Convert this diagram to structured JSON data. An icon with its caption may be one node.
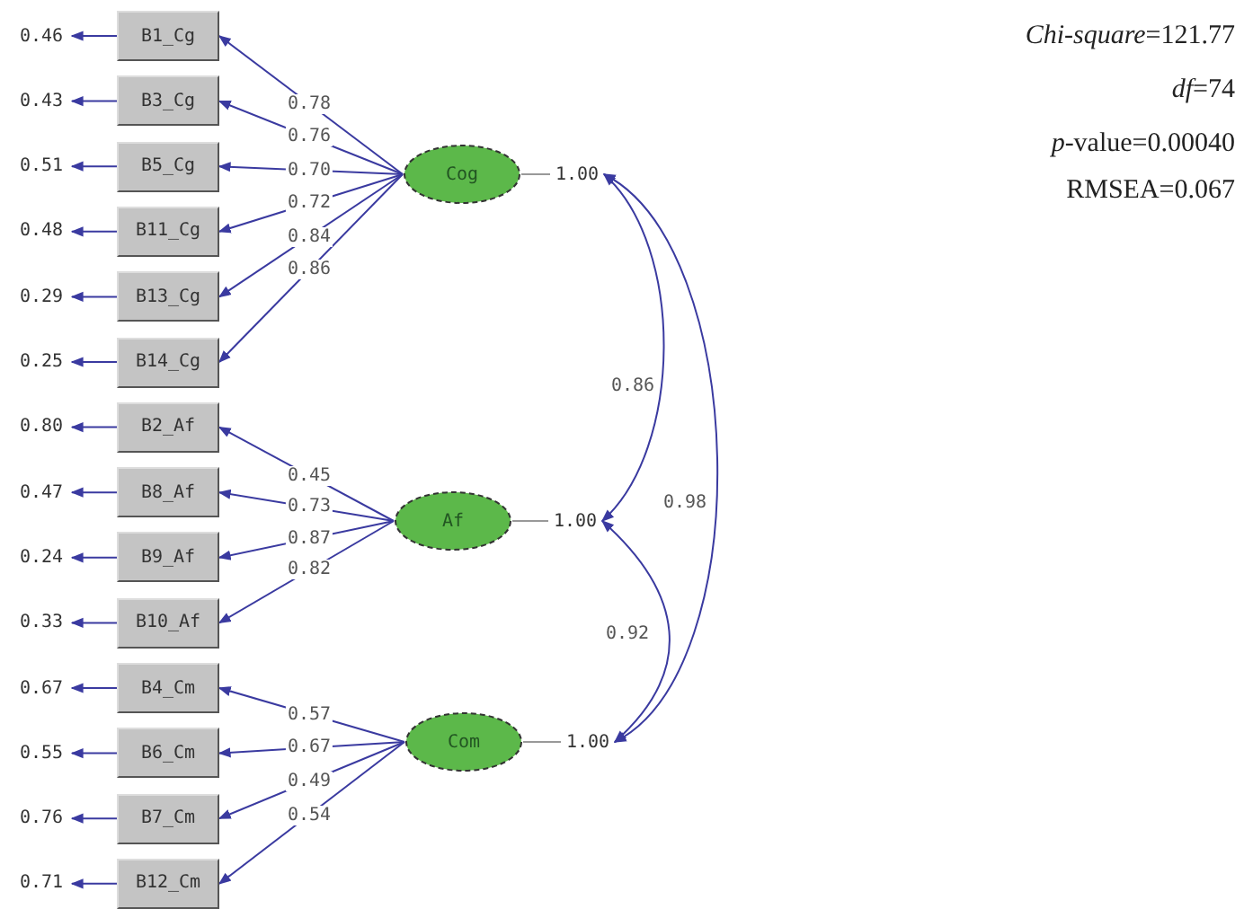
{
  "diagram": {
    "nodes": [
      {
        "text": [
          "B1_Cg"
        ]
      },
      {
        "text": [
          "B3_Cg"
        ]
      },
      {
        "text": [
          "B5_Cg"
        ]
      },
      {
        "text": [
          "B11_Cg"
        ]
      },
      {
        "text": [
          "B13_Cg"
        ]
      },
      {
        "text": [
          "B14_Cg"
        ]
      },
      {
        "text": [
          "B2_Af"
        ]
      },
      {
        "text": [
          "B8_Af"
        ]
      },
      {
        "text": [
          "B9_Af"
        ]
      },
      {
        "text": [
          "B10_Af"
        ]
      },
      {
        "text": [
          "B4_Cm"
        ]
      },
      {
        "text": [
          "B6_Cm"
        ]
      },
      {
        "text": [
          "B7_Cm"
        ]
      },
      {
        "text": [
          "B12_Cm"
        ]
      },
      {
        "text": [
          "0.46"
        ]
      },
      {
        "text": [
          "0.43"
        ]
      },
      {
        "text": [
          "0.51"
        ]
      },
      {
        "text": [
          "0.48"
        ]
      },
      {
        "text": [
          "0.29"
        ]
      },
      {
        "text": [
          "0.25"
        ]
      },
      {
        "text": [
          "0.80"
        ]
      },
      {
        "text": [
          "0.47"
        ]
      },
      {
        "text": [
          "0.24"
        ]
      },
      {
        "text": [
          "0.33"
        ]
      },
      {
        "text": [
          "0.67"
        ]
      },
      {
        "text": [
          "0.55"
        ]
      },
      {
        "text": [
          "0.76"
        ]
      },
      {
        "text": [
          "0.71"
        ]
      },
      {
        "text": [
          "Cog"
        ]
      },
      {
        "text": [
          "Af"
        ]
      },
      {
        "text": [
          "Com"
        ]
      },
      {
        "text": [
          "1.00"
        ]
      },
      {
        "text": [
          "1.00"
        ]
      },
      {
        "text": [
          "1.00"
        ]
      }
    ],
    "edges": [
      {
        "from": 28,
        "to": 0,
        "arrow": "to",
        "label": "0.78"
      },
      {
        "from": 28,
        "to": 1,
        "arrow": "to",
        "label": "0.76"
      },
      {
        "from": 28,
        "to": 2,
        "arrow": "to",
        "label": "0.70"
      },
      {
        "from": 28,
        "to": 3,
        "arrow": "to",
        "label": "0.72"
      },
      {
        "from": 28,
        "to": 4,
        "arrow": "to",
        "label": "0.84"
      },
      {
        "from": 28,
        "to": 5,
        "arrow": "to",
        "label": "0.86"
      },
      {
        "from": 29,
        "to": 6,
        "arrow": "to",
        "label": "0.45"
      },
      {
        "from": 29,
        "to": 7,
        "arrow": "to",
        "label": "0.73"
      },
      {
        "from": 29,
        "to": 8,
        "arrow": "to",
        "label": "0.87"
      },
      {
        "from": 29,
        "to": 9,
        "arrow": "to",
        "label": "0.82"
      },
      {
        "from": 30,
        "to": 10,
        "arrow": "to",
        "label": "0.57"
      },
      {
        "from": 30,
        "to": 11,
        "arrow": "to",
        "label": "0.67"
      },
      {
        "from": 30,
        "to": 12,
        "arrow": "to",
        "label": "0.49"
      },
      {
        "from": 30,
        "to": 13,
        "arrow": "to",
        "label": "0.54"
      },
      {
        "from": 0,
        "to": 14,
        "arrow": "to"
      },
      {
        "from": 1,
        "to": 15,
        "arrow": "to"
      },
      {
        "from": 2,
        "to": 16,
        "arrow": "to"
      },
      {
        "from": 3,
        "to": 17,
        "arrow": "to"
      },
      {
        "from": 4,
        "to": 18,
        "arrow": "to"
      },
      {
        "from": 5,
        "to": 19,
        "arrow": "to"
      },
      {
        "from": 6,
        "to": 20,
        "arrow": "to"
      },
      {
        "from": 7,
        "to": 21,
        "arrow": "to"
      },
      {
        "from": 8,
        "to": 22,
        "arrow": "to"
      },
      {
        "from": 9,
        "to": 23,
        "arrow": "to"
      },
      {
        "from": 10,
        "to": 24,
        "arrow": "to"
      },
      {
        "from": 11,
        "to": 25,
        "arrow": "to"
      },
      {
        "from": 12,
        "to": 26,
        "arrow": "to"
      },
      {
        "from": 13,
        "to": 27,
        "arrow": "to"
      },
      {
        "from": 28,
        "to": 31,
        "arrow": "none",
        "color": "#999999"
      },
      {
        "from": 29,
        "to": 32,
        "arrow": "none",
        "color": "#999999"
      },
      {
        "from": 30,
        "to": 33,
        "arrow": "none",
        "color": "#999999"
      },
      {
        "from": 31,
        "to": 32,
        "arrow": "both",
        "label": "0.86"
      },
      {
        "from": 31,
        "to": 33,
        "arrow": "both",
        "label": "0.98"
      },
      {
        "from": 32,
        "to": 33,
        "arrow": "both",
        "label": "0.92"
      }
    ],
    "labels": [
      "*Chi-square*=121.77",
      "*df*=74",
      "*p*-value=0.00040",
      "RMSEA=0.067"
    ]
  }
}
